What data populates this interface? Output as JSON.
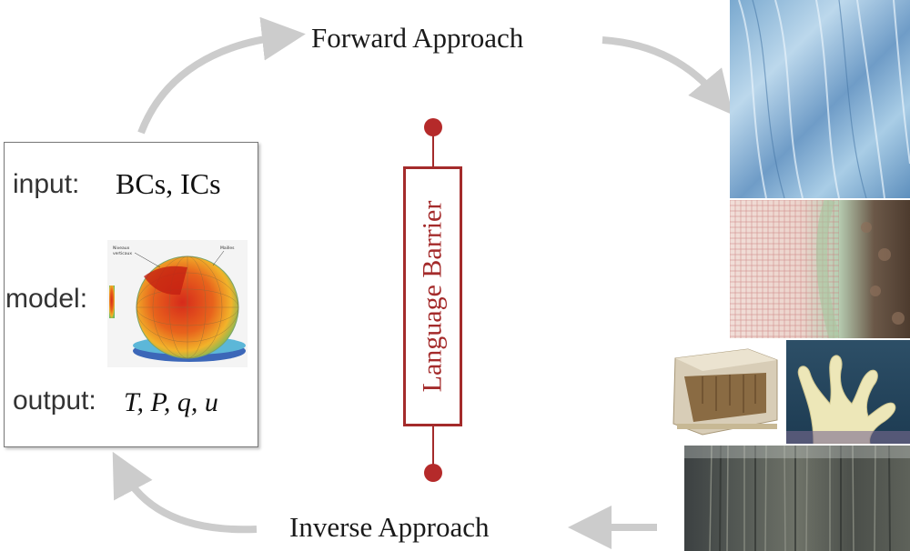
{
  "labels": {
    "forward": "Forward Approach",
    "inverse": "Inverse  Approach",
    "barrier": "Language Barrier"
  },
  "model_box": {
    "input_label": "input:",
    "input_value": "BCs, ICs",
    "model_label": "model:",
    "output_label": "output:",
    "output_value": "T, P, q, u⃗",
    "globe_annotations": [
      "Niveaux verticaux",
      "Mailles"
    ]
  },
  "colors": {
    "arrow": "#cccccc",
    "barrier": "#a42b2b",
    "box_border": "#777777"
  },
  "photos": [
    "ice-formation",
    "tree-ring-microscopy",
    "cave-diorama",
    "coral",
    "sediment-core"
  ]
}
